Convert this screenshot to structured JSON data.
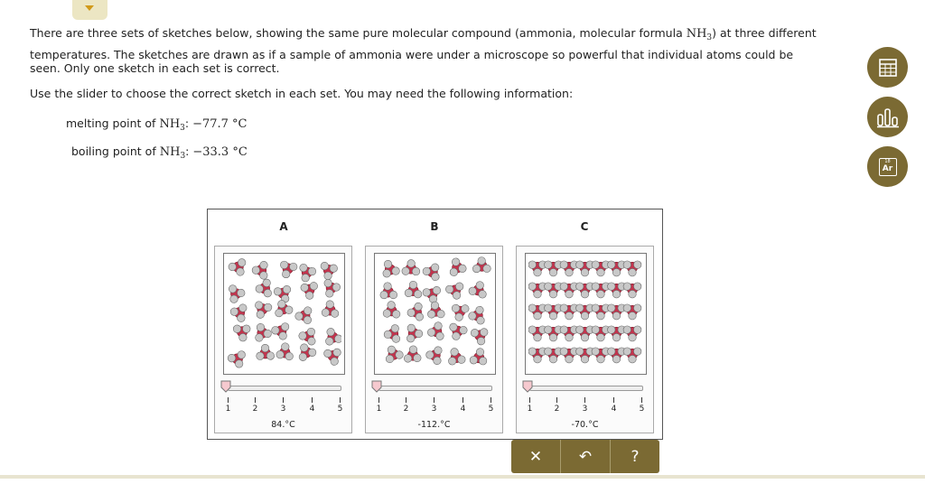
{
  "intro": {
    "p1_a": "There are three sets of sketches below, showing the same pure molecular compound (ammonia, molecular formula ",
    "formula_n": "NH",
    "formula_sub": "3",
    "p1_b": ") at three different",
    "p2": "temperatures. The sketches are drawn as if a sample of ammonia were under a microscope so powerful that individual atoms could be",
    "p3": "seen. Only one sketch in each set is correct.",
    "p4": "Use the slider to choose the correct sketch in each set. You may need the following information:"
  },
  "info": {
    "melting_label": "melting point of",
    "melting_value": "−77.7 °C",
    "boiling_label": "boiling point of",
    "boiling_value": "−33.3 °C"
  },
  "sets": [
    {
      "label": "A",
      "temperature": "84.°C",
      "slider_value": 1
    },
    {
      "label": "B",
      "temperature": "-112.°C",
      "slider_value": 1
    },
    {
      "label": "C",
      "temperature": "-70.°C",
      "slider_value": 1
    }
  ],
  "ticks": [
    "1",
    "2",
    "3",
    "4",
    "5"
  ],
  "toolbar": {
    "clear": "✕",
    "undo": "↶",
    "help": "?"
  },
  "colors": {
    "accent": "#7b6a33",
    "molecule_n": "#c4334d",
    "molecule_h": "#c8c8c8"
  },
  "icons": [
    "calculator-icon",
    "chart-icon",
    "periodic-table-icon"
  ],
  "periodic_icon": {
    "number": "18",
    "symbol": "Ar"
  }
}
